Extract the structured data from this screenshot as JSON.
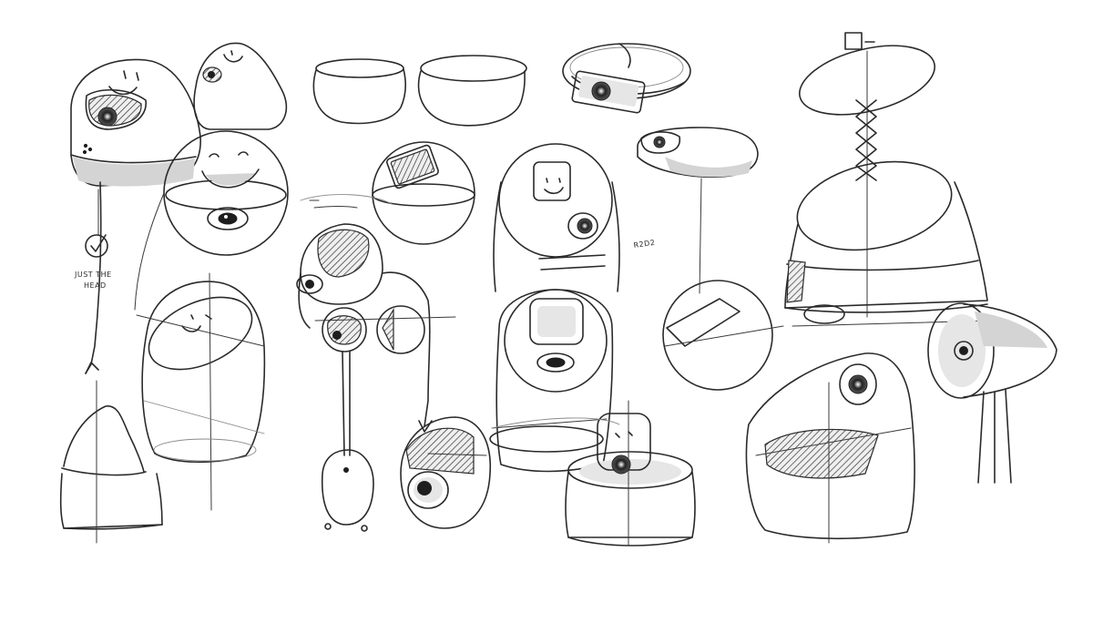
{
  "notes": {
    "just_the_head_line1": "JUST THE",
    "just_the_head_line2": "HEAD",
    "r2d2": "R2D2"
  }
}
